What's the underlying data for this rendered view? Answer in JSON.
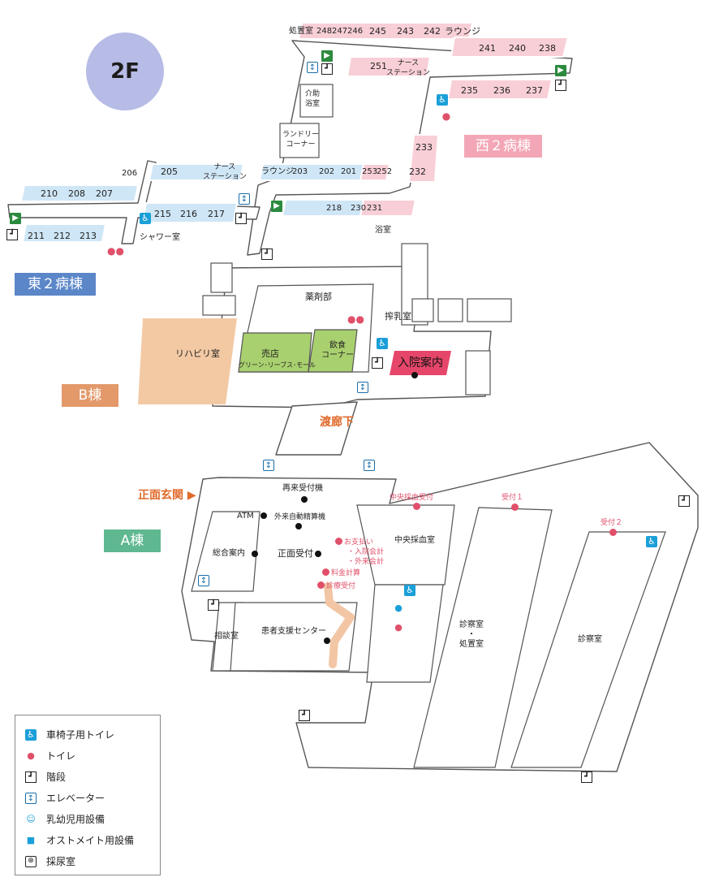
{
  "floor": "2F",
  "buildings": {
    "east2": "東２病棟",
    "west2": "西２病棟",
    "b": "B棟",
    "a": "A棟"
  },
  "corridor": "渡廊下",
  "entrance": "正面玄関 ▶",
  "rooms": {
    "top_row": [
      "処置室",
      "248",
      "247",
      "246",
      "245",
      "243",
      "242",
      "ラウンジ"
    ],
    "west_top": [
      "241",
      "240",
      "238"
    ],
    "west_mid": [
      "235",
      "236",
      "237"
    ],
    "west_side": [
      "233",
      "232"
    ],
    "nurse_west": "ナース\nステーション",
    "n251": "251",
    "kaijo": "介助\n浴室",
    "laundry": "ランドリー\nコーナー",
    "center_row": [
      "ラウンジ",
      "203",
      "202",
      "201",
      "253",
      "252"
    ],
    "east_top": [
      "210",
      "208",
      "207",
      "206",
      "205"
    ],
    "nurse_east": "ナース\nステーション",
    "east_bottom": [
      "211",
      "212",
      "213"
    ],
    "east_mid": [
      "215",
      "216",
      "217"
    ],
    "shower": "シャワー室",
    "center_bottom": [
      "218",
      "230",
      "231"
    ],
    "yokushitsu": "浴室",
    "yakuzai": "薬剤部",
    "baiten": "売店",
    "baiten_sub": "グリーン･リーブス･モール",
    "inshoku": "飲食\nコーナー",
    "sakunyu": "搾乳室",
    "nyuin": "入院案内",
    "rehab": "リハビリ室",
    "sairai": "再来受付機",
    "atm": "ATM",
    "gairai": "外来自動精算機",
    "sogo": "総合案内",
    "shomen": "正面受付",
    "soudan": "相談室",
    "kanja": "患者支援センター",
    "chuo_uketsuke": "中央採血受付",
    "chuo": "中央採血室",
    "uketsuke1": "受付１",
    "uketsuke2": "受付２",
    "shinsatsu_shochi": "診察室\n・\n処置室",
    "shinsatsu": "診察室",
    "payment": [
      "お支払い",
      "・入院会計",
      "・外来会計",
      "料金計算",
      "診療受付"
    ]
  },
  "legend": [
    {
      "icon": "wheelchair-toilet-icon",
      "label": "車椅子用トイレ"
    },
    {
      "icon": "toilet-icon",
      "label": "トイレ"
    },
    {
      "icon": "stairs-icon",
      "label": "階段"
    },
    {
      "icon": "elevator-icon",
      "label": "エレベーター"
    },
    {
      "icon": "baby-facility-icon",
      "label": "乳幼児用設備"
    },
    {
      "icon": "ostomate-icon",
      "label": "オストメイト用設備"
    },
    {
      "icon": "urine-collection-icon",
      "label": "採尿室"
    }
  ],
  "colors": {
    "east_ward": "#cfe6f6",
    "west_ward": "#f8cfd6",
    "east_tag": "#5b86c8",
    "west_tag": "#f3a7b6",
    "b_tag": "#e3996a",
    "a_tag": "#5fb890",
    "rehab": "#f3c9a4",
    "shop": "#a9d06e",
    "admission": "#e6466a",
    "floor_circle": "#b7bce6",
    "accent_pink": "#e0506a",
    "accent_orange": "#e06a2a"
  }
}
